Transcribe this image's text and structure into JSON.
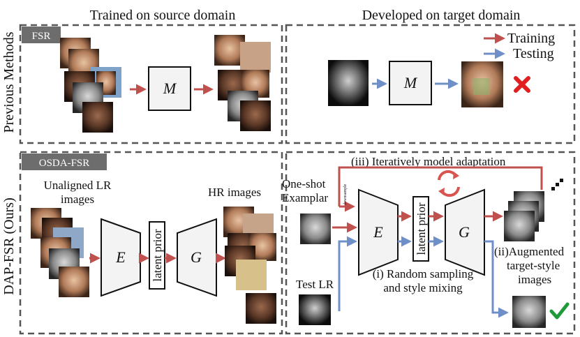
{
  "headers": {
    "left": "Trained on source domain",
    "right": "Developed on target domain"
  },
  "rows": {
    "top": "Previous Methods",
    "bottom": "DAP-FSR (Ours)"
  },
  "tags": {
    "fsr": "FSR",
    "osda": "OSDA-FSR"
  },
  "legend": {
    "training": "Training",
    "testing": "Testing",
    "training_color": "#c0504d",
    "testing_color": "#6f8fc8"
  },
  "modules": {
    "m": "M",
    "e": "E",
    "g": "G",
    "latent": "latent prior"
  },
  "labels": {
    "unaligned_l1": "Unaligned LR",
    "unaligned_l2": "images",
    "hr": "HR images",
    "oneshot_l1": "One-shot",
    "oneshot_l2": "Examplar",
    "downsample": "downsample",
    "iterative": "(iii) Iteratively model adaptation",
    "random_l1": "(i) Random sampling",
    "random_l2": "and style mixing",
    "augmented_l1": "(ii)Augmented",
    "augmented_l2": "target-style",
    "augmented_l3": "images",
    "test_lr": "Test LR"
  }
}
